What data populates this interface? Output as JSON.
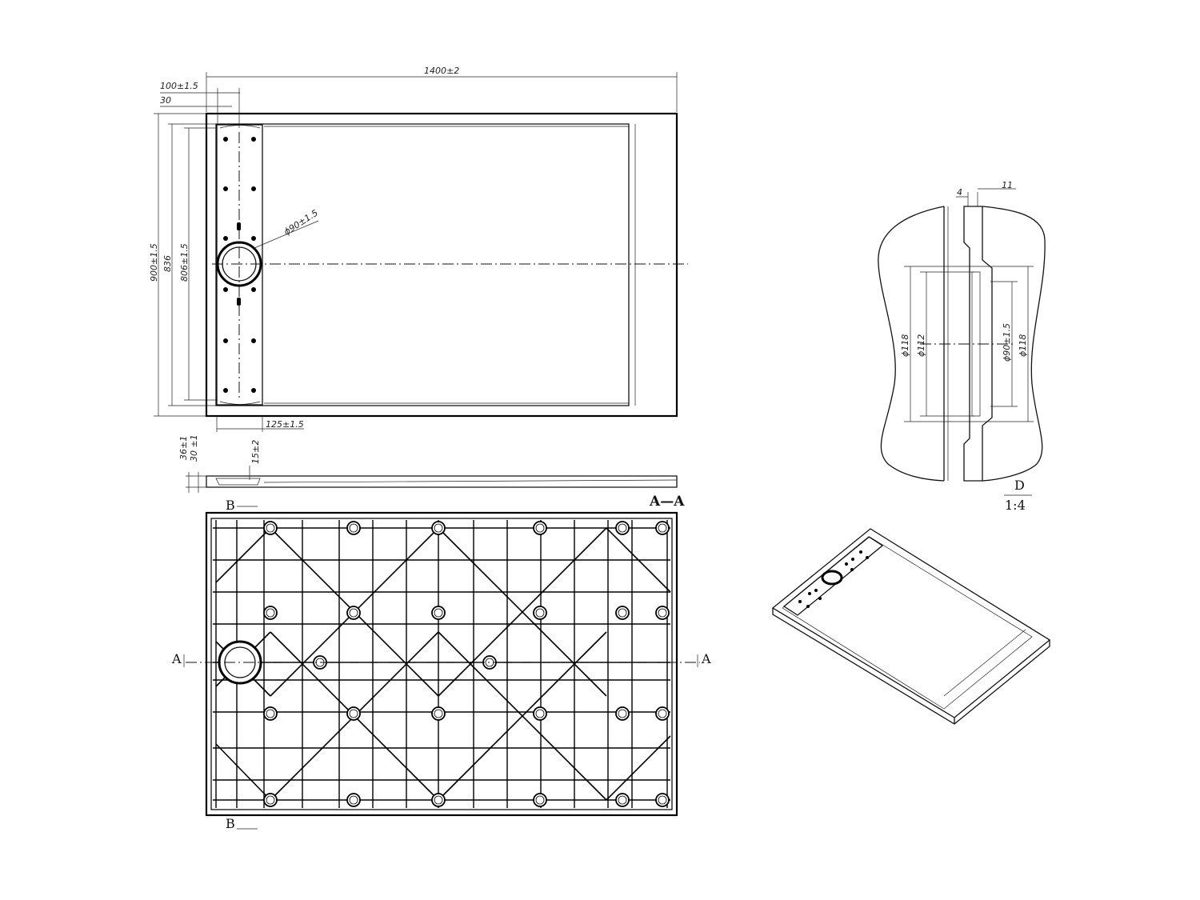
{
  "top_view": {
    "dim_length": "1400±2",
    "dim_drain_offset": "100±1.5",
    "dim_30": "30",
    "dim_width": "900±1.5",
    "dim_inner": "836",
    "dim_channel": "806±1.5",
    "dim_drain_dia": "ϕ90±1.5",
    "dim_channel_width": "125±1.5"
  },
  "side_view": {
    "dim_height": "36±1",
    "dim_height2": "30 ±1",
    "dim_slope": "15±2"
  },
  "bottom_view": {
    "section_title": "A—A",
    "cut_mark_left": "A",
    "cut_mark_right": "A",
    "cut_mark_top": "B",
    "cut_mark_bottom": "B"
  },
  "detail_view": {
    "dim_4": "4",
    "dim_11": "11",
    "dim_118_left": "ϕ118",
    "dim_112": "ϕ112",
    "dim_90": "ϕ90±1.5",
    "dim_118_right": "ϕ118",
    "detail_label": "D",
    "detail_scale": "1:4"
  }
}
